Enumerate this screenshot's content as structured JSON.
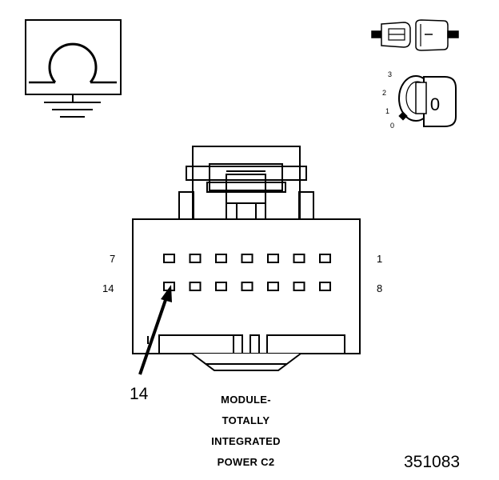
{
  "pin_labels": {
    "top_left": "7",
    "top_right": "1",
    "bottom_left": "14",
    "bottom_right": "8"
  },
  "callout": {
    "label": "14"
  },
  "ignition": {
    "positions": [
      "3",
      "2",
      "1",
      "0"
    ],
    "key_label": "0"
  },
  "caption": {
    "lines": [
      "MODULE-",
      "TOTALLY",
      "INTEGRATED",
      "POWER C2"
    ]
  },
  "document_number": "351083",
  "connector": {
    "cavities_per_row": 7,
    "rows": 2
  }
}
